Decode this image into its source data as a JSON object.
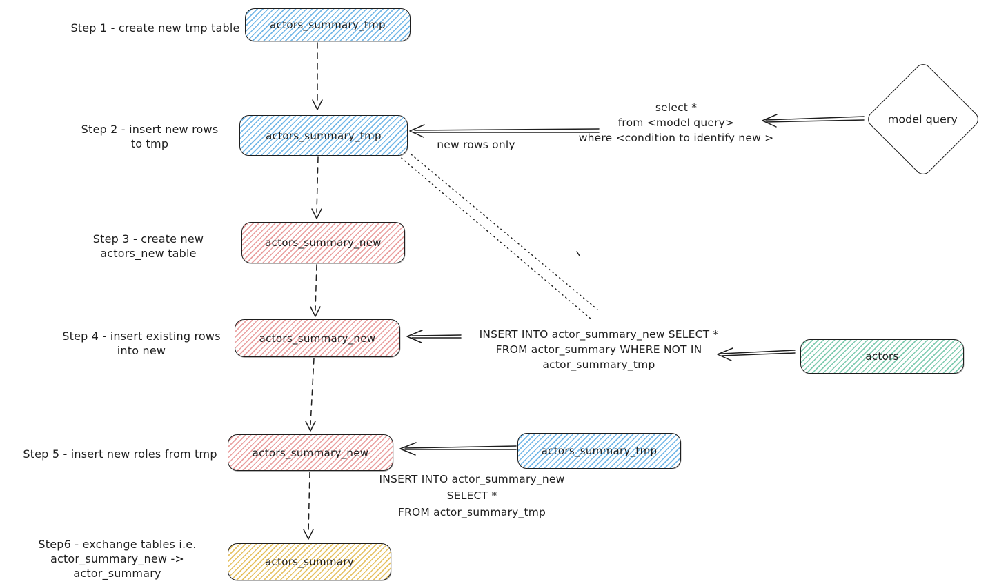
{
  "steps": [
    {
      "label": "Step 1 - create new tmp table",
      "node": "actors_summary_tmp",
      "color": "blue"
    },
    {
      "label": "Step 2 - insert new rows\nto tmp",
      "node": "actors_summary_tmp",
      "color": "blue"
    },
    {
      "label": "Step 3 - create new\nactors_new table",
      "node": "actors_summary_new",
      "color": "pink"
    },
    {
      "label": "Step 4 - insert existing rows\ninto new",
      "node": "actors_summary_new",
      "color": "pink"
    },
    {
      "label": "Step 5 - insert new roles from tmp",
      "node": "actors_summary_new",
      "color": "pink"
    },
    {
      "label": "Step6 - exchange tables i.e.\nactor_summary_new -> actor_summary",
      "node": "actors_summary",
      "color": "yellow"
    }
  ],
  "annotations": {
    "new_rows_only": "new rows only",
    "select_query": "select *\nfrom <model query>\nwhere <condition to identify new >",
    "model_query": "model query",
    "insert_existing": "INSERT INTO actor_summary_new SELECT *\nFROM actor_summary WHERE NOT IN\nactor_summary_tmp",
    "actors_source": "actors",
    "tmp_source": "actors_summary_tmp",
    "insert_from_tmp": "INSERT INTO actor_summary_new\nSELECT *\nFROM actor_summary_tmp"
  },
  "colors": {
    "stroke": "#1e1e1e",
    "blue": "#74b8e8",
    "pink": "#eaa0a0",
    "green": "#7fcbb0",
    "yellow": "#e6c263"
  }
}
